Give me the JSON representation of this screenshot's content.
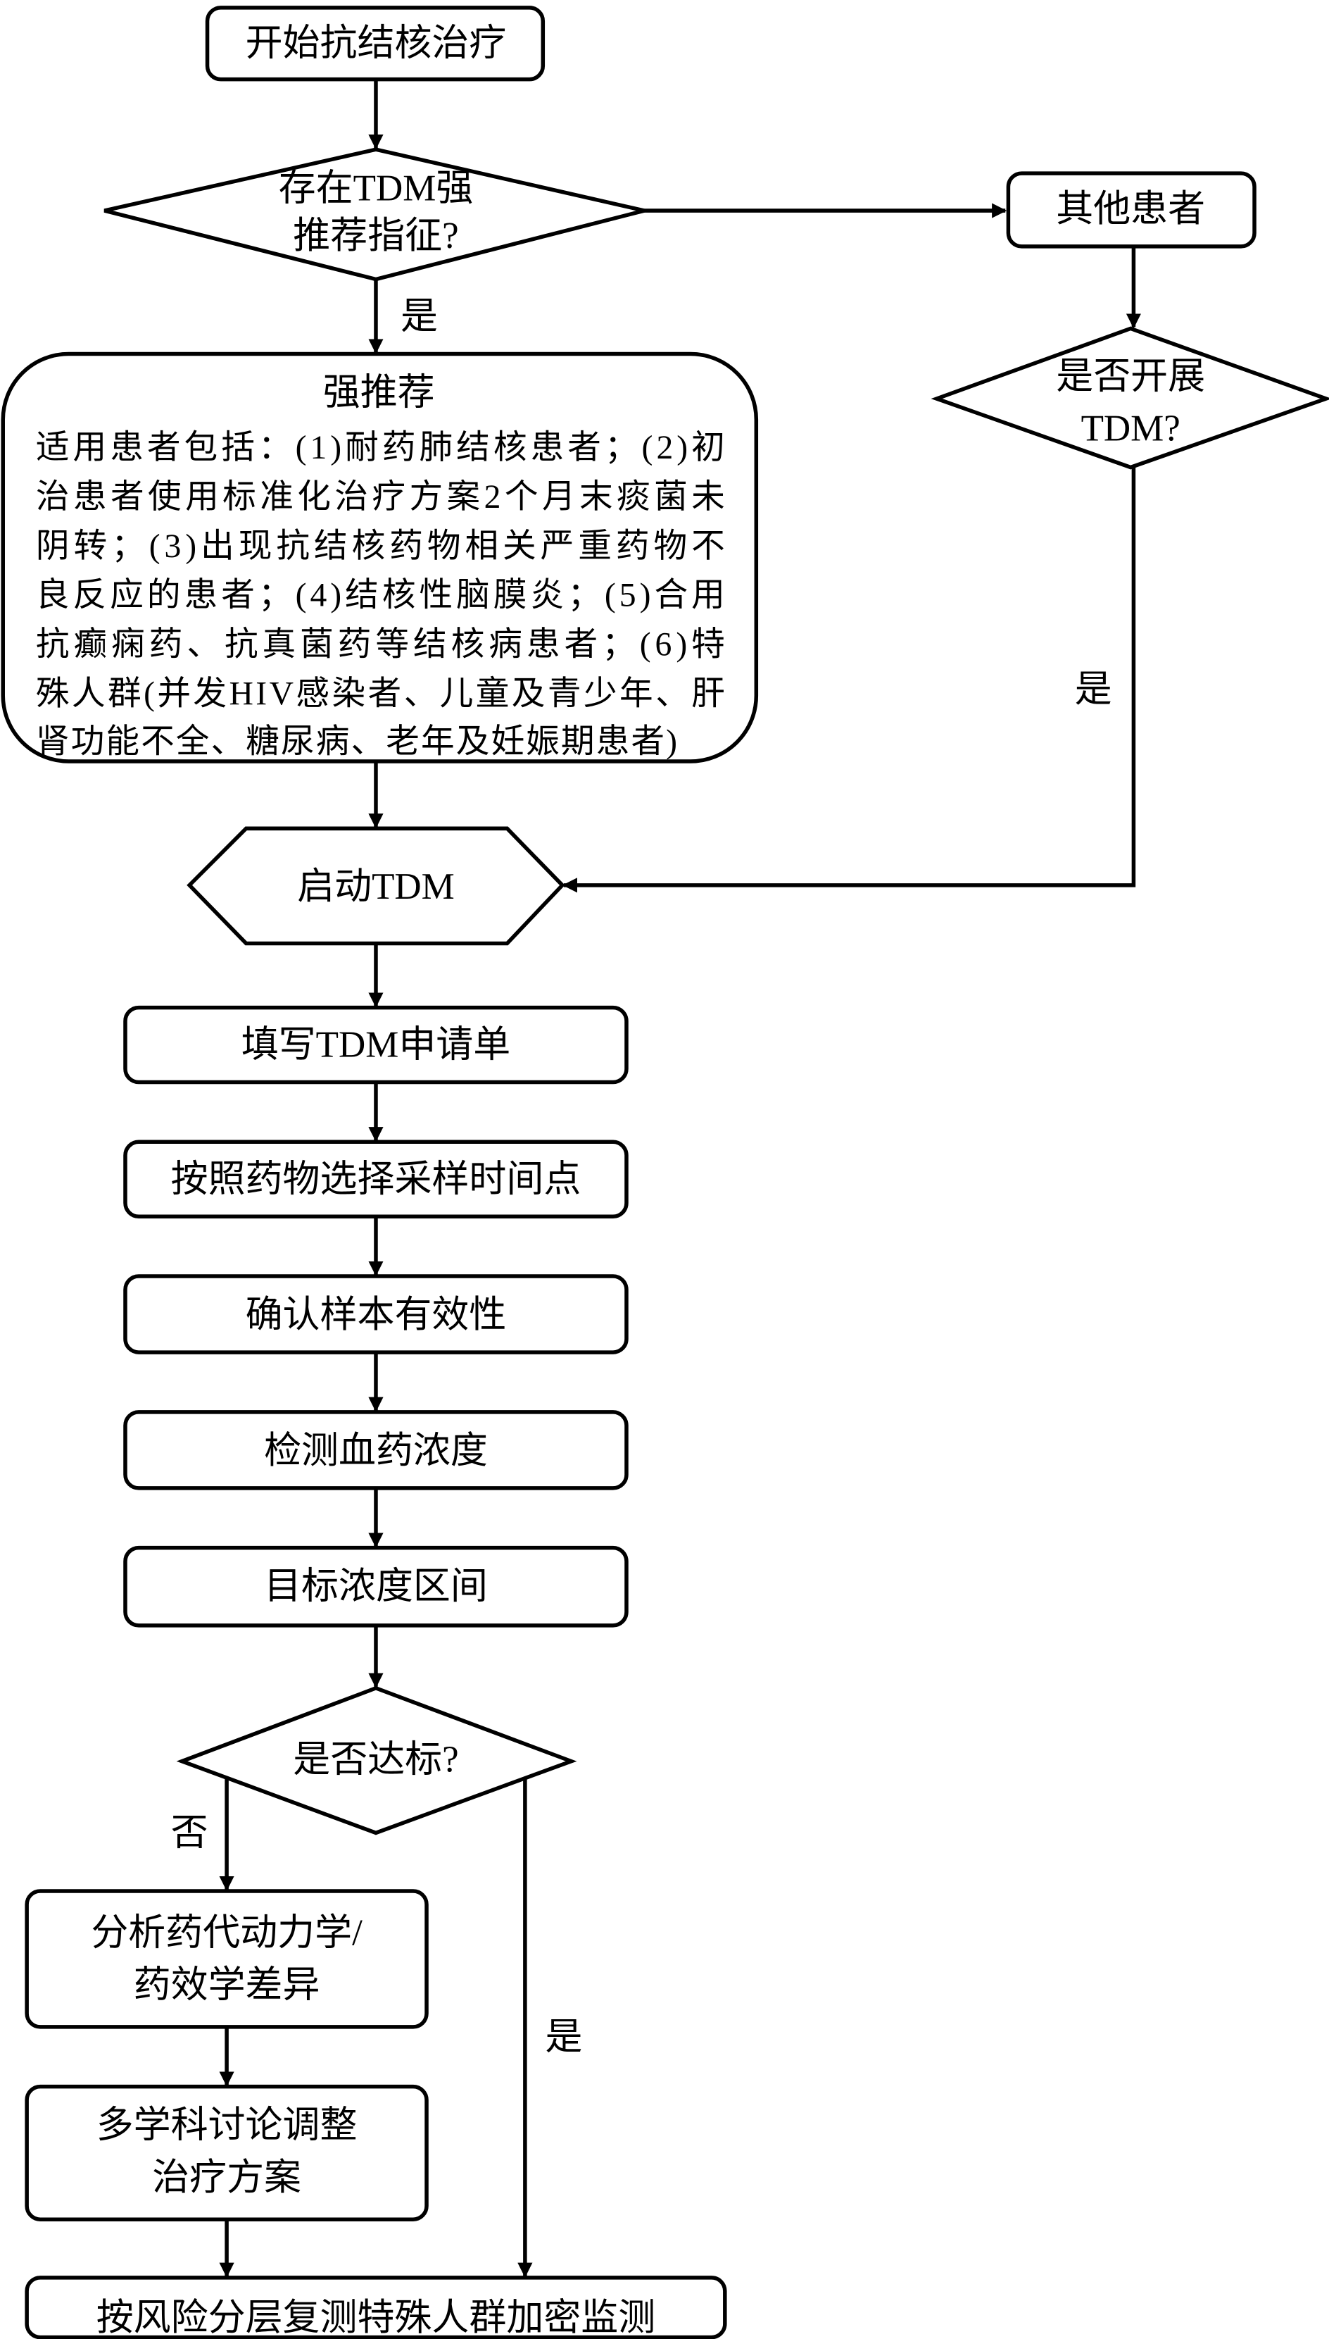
{
  "nodes": {
    "start": "开始抗结核治疗",
    "decision_tdm_indication": [
      "存在TDM强",
      "推荐指征?"
    ],
    "other_patients": "其他患者",
    "decision_start_tdm": [
      "是否开展",
      "TDM?"
    ],
    "strong_recommendation": {
      "title": "强推荐",
      "lines": [
        "适用患者包括：(1)耐药肺结核患者；(2)初",
        "治患者使用标准化治疗方案2个月末痰菌未",
        "阴转；(3)出现抗结核药物相关严重药物不",
        "良反应的患者；(4)结核性脑膜炎；(5)合用",
        "抗癫痫药、抗真菌药等结核病患者；(6)特",
        "殊人群(并发HIV感染者、儿童及青少年、肝",
        "肾功能不全、糖尿病、老年及妊娠期患者)"
      ]
    },
    "start_tdm": "启动TDM",
    "fill_form": "填写TDM申请单",
    "select_sampling": "按照药物选择采样时间点",
    "confirm_sample": "确认样本有效性",
    "detect_concentration": "检测血药浓度",
    "target_range": "目标浓度区间",
    "decision_target": "是否达标?",
    "analyze_pk_pd": [
      "分析药代动力学/",
      "药效学差异"
    ],
    "mdt_adjust": [
      "多学科讨论调整",
      "治疗方案"
    ],
    "final_monitoring": "按风险分层复测特殊人群加密监测"
  },
  "edge_labels": {
    "yes_1": "是",
    "yes_2": "是",
    "no_3": "否",
    "yes_3": "是"
  }
}
